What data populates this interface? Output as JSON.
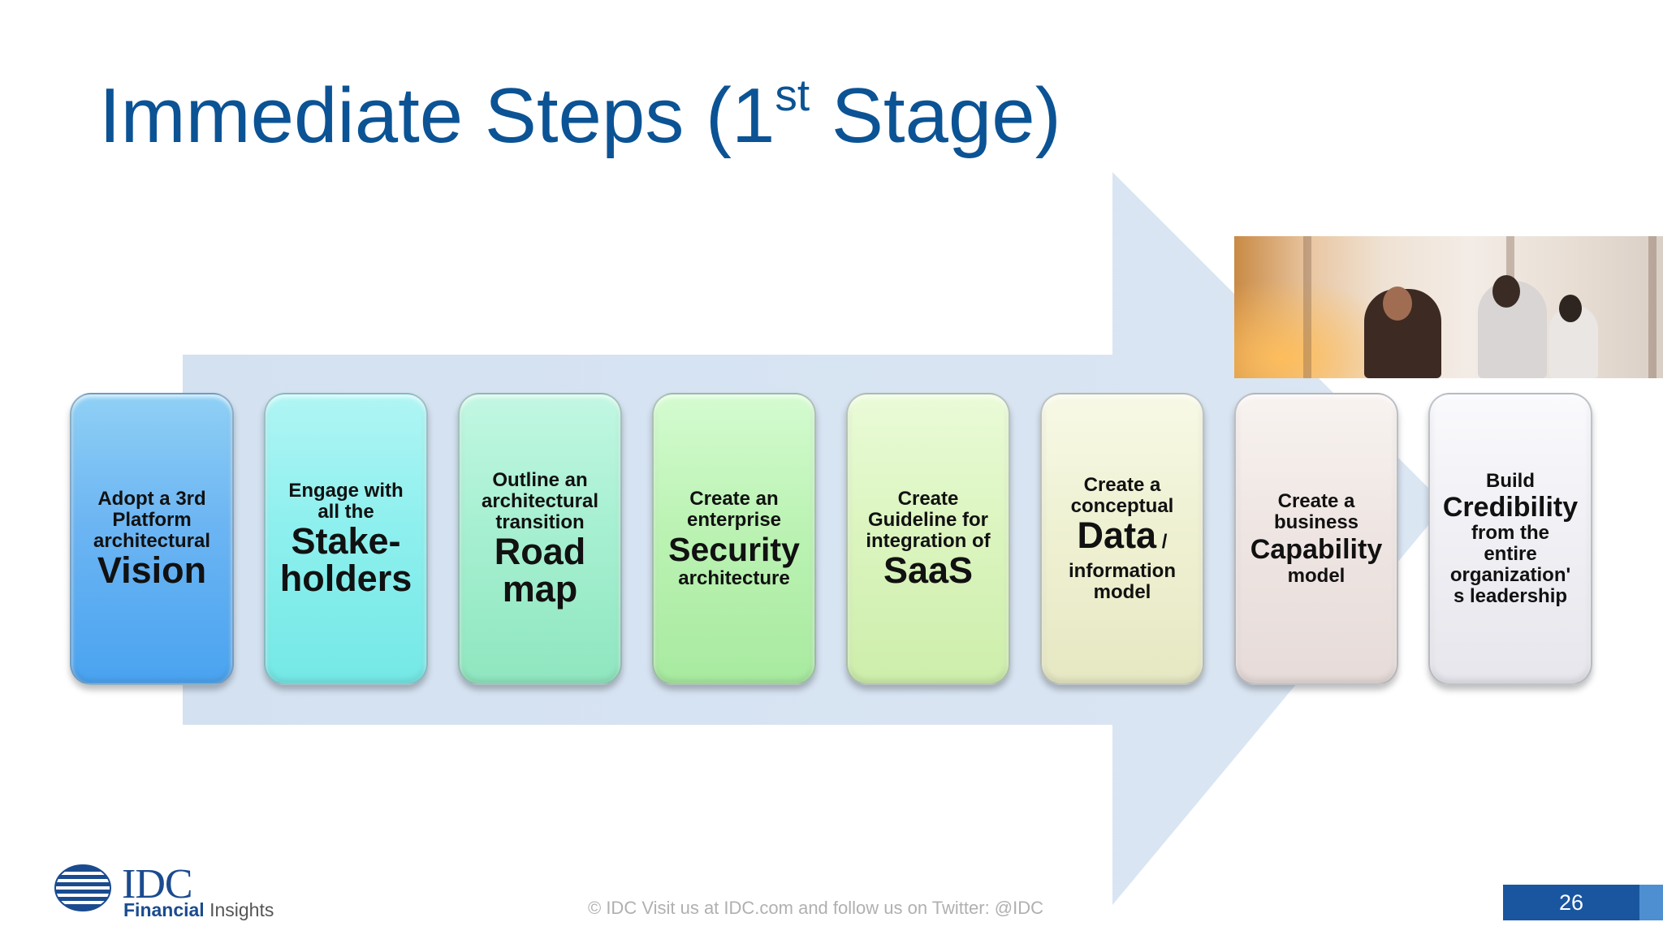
{
  "slide": {
    "title_main": "Immediate Steps (1",
    "title_sup": "st",
    "title_end": " Stage)",
    "accent_color": "#0b5394",
    "arrow_color": "#d6e3f2"
  },
  "steps": [
    {
      "l1": "Adopt a 3rd",
      "l2": "Platform",
      "l3": "architectural",
      "big": "Vision"
    },
    {
      "l1": "Engage with",
      "l2": "all the",
      "big1": "Stake-",
      "big2": "holders"
    },
    {
      "l1": "Outline an",
      "l2": "architectural",
      "l3": "transition",
      "big1": "Road",
      "big2": "map"
    },
    {
      "l1": "Create an",
      "l2": "enterprise",
      "big": "Security",
      "l3": "architecture"
    },
    {
      "l1": "Create",
      "l2": "Guideline for",
      "l3": "integration of",
      "big": "SaaS"
    },
    {
      "l1": "Create a",
      "l2": "conceptual",
      "big": "Data",
      "inl": " /",
      "l3": "information",
      "l4": "model"
    },
    {
      "l1": "Create a",
      "l2": "business",
      "big": "Capability",
      "l3": "model"
    },
    {
      "l1": "Build",
      "big": "Credibility",
      "l2": "from the",
      "l3": "entire",
      "l4": "organization'",
      "l5": "s leadership"
    }
  ],
  "footer": {
    "copyright": "© IDC   Visit us at IDC.com and follow us on Twitter: @IDC",
    "page_number": "26"
  },
  "logo": {
    "word": "IDC",
    "sub_bold": "Financial",
    "sub_normal": " Insights"
  }
}
